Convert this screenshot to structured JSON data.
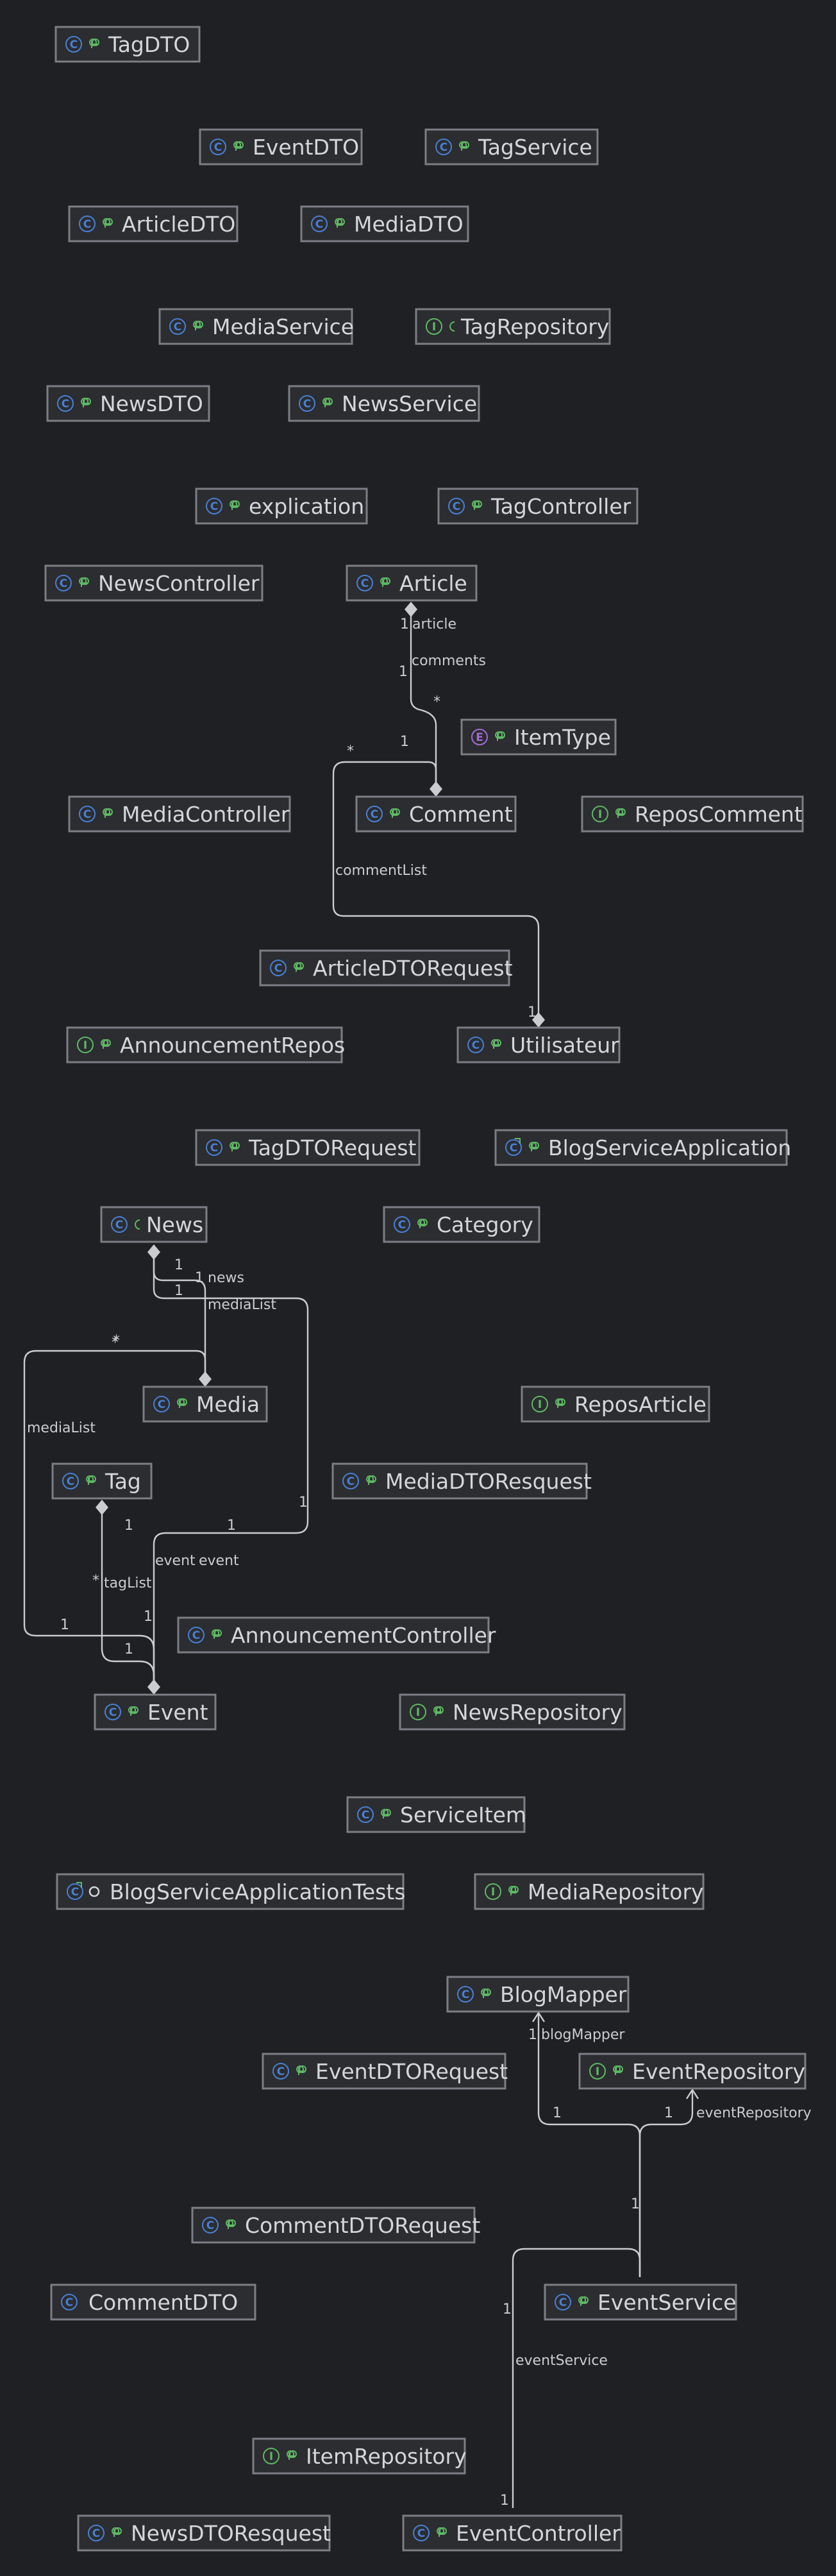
{
  "diagram": {
    "type": "uml-class-diagram",
    "colors": {
      "background": "#1f2023",
      "node_fill": "#2b2d30",
      "node_border": "#7b7e85",
      "text": "#d3d6db",
      "edge": "#c9ccd1",
      "class_icon": "#4a7fd3",
      "interface_icon": "#5fb865",
      "enum_icon": "#a56bd6",
      "visibility_icon": "#5fb865"
    },
    "nodes": [
      {
        "id": "TagDTO",
        "label": "TagDTO",
        "kind": "class",
        "marker": "public"
      },
      {
        "id": "EventDTO",
        "label": "EventDTO",
        "kind": "class",
        "marker": "public"
      },
      {
        "id": "TagService",
        "label": "TagService",
        "kind": "class",
        "marker": "public"
      },
      {
        "id": "ArticleDTO",
        "label": "ArticleDTO",
        "kind": "class",
        "marker": "public"
      },
      {
        "id": "MediaDTO",
        "label": "MediaDTO",
        "kind": "class",
        "marker": "public"
      },
      {
        "id": "MediaService",
        "label": "MediaService",
        "kind": "class",
        "marker": "public"
      },
      {
        "id": "TagRepository",
        "label": "TagRepository",
        "kind": "interface",
        "marker": "package"
      },
      {
        "id": "NewsDTO",
        "label": "NewsDTO",
        "kind": "class",
        "marker": "public"
      },
      {
        "id": "NewsService",
        "label": "NewsService",
        "kind": "class",
        "marker": "public"
      },
      {
        "id": "explication",
        "label": "explication",
        "kind": "class",
        "marker": "public"
      },
      {
        "id": "TagController",
        "label": "TagController",
        "kind": "class",
        "marker": "public"
      },
      {
        "id": "NewsController",
        "label": "NewsController",
        "kind": "class",
        "marker": "public"
      },
      {
        "id": "Article",
        "label": "Article",
        "kind": "class",
        "marker": "public"
      },
      {
        "id": "ItemType",
        "label": "ItemType",
        "kind": "enum",
        "marker": "public"
      },
      {
        "id": "MediaController",
        "label": "MediaController",
        "kind": "class",
        "marker": "public"
      },
      {
        "id": "Comment",
        "label": "Comment",
        "kind": "class",
        "marker": "public"
      },
      {
        "id": "ReposComment",
        "label": "ReposComment",
        "kind": "interface",
        "marker": "public"
      },
      {
        "id": "ArticleDTORequest",
        "label": "ArticleDTORequest",
        "kind": "class",
        "marker": "public"
      },
      {
        "id": "AnnouncementRepos",
        "label": "AnnouncementRepos",
        "kind": "interface",
        "marker": "public"
      },
      {
        "id": "Utilisateur",
        "label": "Utilisateur",
        "kind": "class",
        "marker": "public"
      },
      {
        "id": "TagDTORequest",
        "label": "TagDTORequest",
        "kind": "class",
        "marker": "public"
      },
      {
        "id": "BlogServiceApplication",
        "label": "BlogServiceApplication",
        "kind": "app",
        "marker": "public"
      },
      {
        "id": "News",
        "label": "News",
        "kind": "class",
        "marker": "package"
      },
      {
        "id": "Category",
        "label": "Category",
        "kind": "class",
        "marker": "public"
      },
      {
        "id": "Media",
        "label": "Media",
        "kind": "class",
        "marker": "public"
      },
      {
        "id": "ReposArticle",
        "label": "ReposArticle",
        "kind": "interface",
        "marker": "public"
      },
      {
        "id": "Tag",
        "label": "Tag",
        "kind": "class",
        "marker": "public"
      },
      {
        "id": "MediaDTOResquest",
        "label": "MediaDTOResquest",
        "kind": "class",
        "marker": "public"
      },
      {
        "id": "AnnouncementController",
        "label": "AnnouncementController",
        "kind": "class",
        "marker": "public"
      },
      {
        "id": "Event",
        "label": "Event",
        "kind": "class",
        "marker": "public"
      },
      {
        "id": "NewsRepository",
        "label": "NewsRepository",
        "kind": "interface",
        "marker": "public"
      },
      {
        "id": "ServiceItem",
        "label": "ServiceItem",
        "kind": "class",
        "marker": "public"
      },
      {
        "id": "BlogServiceApplicationTests",
        "label": "BlogServiceApplicationTests",
        "kind": "app",
        "marker": "private"
      },
      {
        "id": "MediaRepository",
        "label": "MediaRepository",
        "kind": "interface",
        "marker": "public"
      },
      {
        "id": "BlogMapper",
        "label": "BlogMapper",
        "kind": "class",
        "marker": "public"
      },
      {
        "id": "EventDTORequest",
        "label": "EventDTORequest",
        "kind": "class",
        "marker": "public"
      },
      {
        "id": "EventRepository",
        "label": "EventRepository",
        "kind": "interface",
        "marker": "public"
      },
      {
        "id": "CommentDTORequest",
        "label": "CommentDTORequest",
        "kind": "class",
        "marker": "public"
      },
      {
        "id": "CommentDTO",
        "label": "CommentDTO",
        "kind": "class",
        "marker": "none"
      },
      {
        "id": "EventService",
        "label": "EventService",
        "kind": "class",
        "marker": "public"
      },
      {
        "id": "ItemRepository",
        "label": "ItemRepository",
        "kind": "interface",
        "marker": "public"
      },
      {
        "id": "NewsDTOResquest",
        "label": "NewsDTOResquest",
        "kind": "class",
        "marker": "public"
      },
      {
        "id": "EventController",
        "label": "EventController",
        "kind": "class",
        "marker": "public"
      }
    ],
    "edges": [
      {
        "id": "article-comments",
        "from": "Article",
        "to": "Comment",
        "type": "composition",
        "labels": [
          "1",
          "article",
          "comments",
          "1",
          "*"
        ]
      },
      {
        "id": "comment-commentlist",
        "from": "Utilisateur",
        "to": "Comment",
        "type": "composition",
        "labels": [
          "commentList",
          "*",
          "1",
          "1"
        ]
      },
      {
        "id": "news-media",
        "from": "News",
        "to": "Media",
        "type": "composition",
        "labels": [
          "1",
          "1",
          "news",
          "mediaList",
          "1",
          "*"
        ]
      },
      {
        "id": "event-medialist",
        "from": "Event",
        "to": "Media",
        "type": "composition",
        "labels": [
          "mediaList",
          "*",
          "1"
        ]
      },
      {
        "id": "news-event",
        "from": "News",
        "to": "Event",
        "type": "composition",
        "labels": [
          "1",
          "event",
          "event",
          "1",
          "1"
        ]
      },
      {
        "id": "tag-event",
        "from": "Tag",
        "to": "Event",
        "type": "composition",
        "labels": [
          "1",
          "tagList",
          "*",
          "1"
        ]
      },
      {
        "id": "eventservice-blogmapper",
        "from": "EventService",
        "to": "BlogMapper",
        "type": "association",
        "labels": [
          "1",
          "blogMapper",
          "1"
        ]
      },
      {
        "id": "eventservice-eventrepo",
        "from": "EventService",
        "to": "EventRepository",
        "type": "association",
        "labels": [
          "1",
          "eventRepository",
          "1"
        ]
      },
      {
        "id": "eventcontroller-eventservice",
        "from": "EventController",
        "to": "EventService",
        "type": "association",
        "labels": [
          "1",
          "eventService",
          "1"
        ]
      }
    ]
  }
}
